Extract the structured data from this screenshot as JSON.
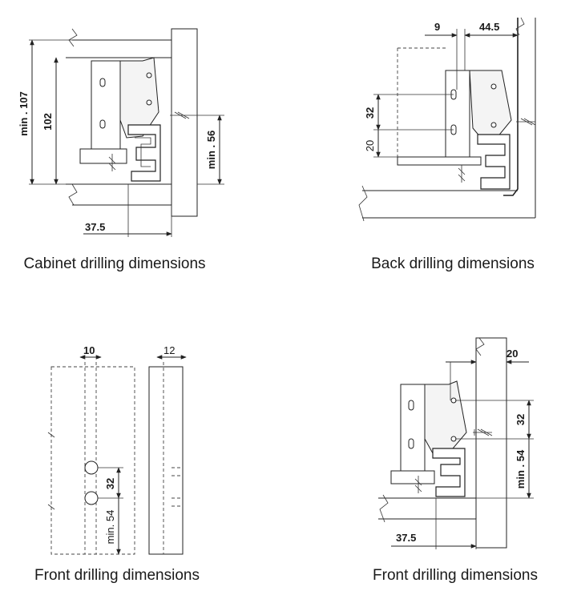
{
  "captions": {
    "cabinet": "Cabinet drilling dimensions",
    "back": "Back drilling dimensions",
    "front_left": "Front drilling dimensions",
    "front_right": "Front drilling dimensions"
  },
  "cabinet_dims": {
    "min107": "min . 107",
    "d102": "102",
    "min56": "min . 56",
    "d375": "37.5"
  },
  "back_dims": {
    "d9": "9",
    "d445": "44.5",
    "d32": "32",
    "d20": "20"
  },
  "front_left_dims": {
    "d10": "10",
    "d12": "12",
    "d32": "32",
    "min54": "min. 54"
  },
  "front_right_dims": {
    "d20": "20",
    "d32": "32",
    "min54": "min . 54",
    "d375": "37.5"
  }
}
